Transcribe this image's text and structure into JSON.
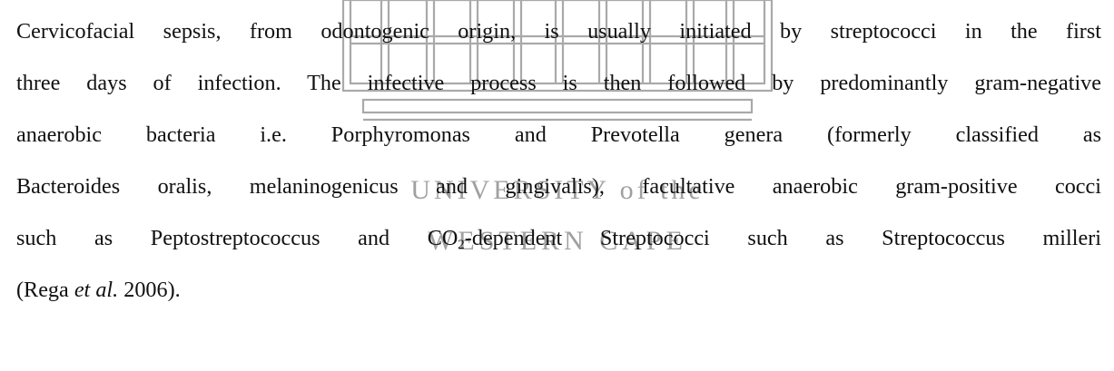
{
  "watermark": {
    "line1": "UNIVERSITY of the",
    "line2": "WESTERN CAPE",
    "color": "#9b9b9b"
  },
  "paragraph": {
    "line1": "Cervicofacial sepsis, from odontogenic origin, is usually initiated by streptococci in the first",
    "line2": "three days of infection. The infective process is then followed by predominantly gram-negative",
    "line3": "anaerobic bacteria i.e.  Porphyromonas and Prevotella genera (formerly classified as",
    "line4": "Bacteroides oralis, melaninogenicus and gingivalis), facultative anaerobic gram-positive cocci",
    "line5_before_sub": "such as Peptostreptococcus and CO",
    "line5_sub": "2",
    "line5_after_sub": "-dependent Streptococci such as Streptococcus milleri",
    "line6_before_italic": "(Rega ",
    "line6_italic": "et al.",
    "line6_after_italic": " 2006)."
  }
}
